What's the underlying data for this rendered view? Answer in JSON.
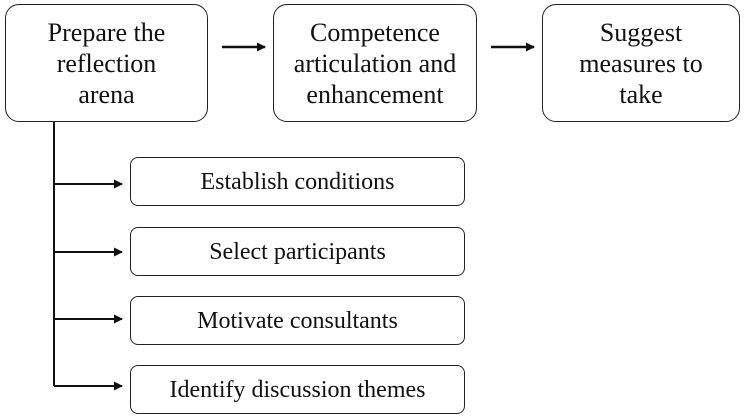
{
  "steps": [
    {
      "label": "Prepare the\nreflection\narena"
    },
    {
      "label": "Competence\narticulation and\nenhancement"
    },
    {
      "label": "Suggest\nmeasures to\ntake"
    }
  ],
  "substeps": [
    {
      "label": "Establish conditions"
    },
    {
      "label": "Select participants"
    },
    {
      "label": "Motivate consultants"
    },
    {
      "label": "Identify discussion themes"
    }
  ],
  "colors": {
    "stroke": "#222222",
    "background": "#ffffff",
    "text": "#111111"
  }
}
